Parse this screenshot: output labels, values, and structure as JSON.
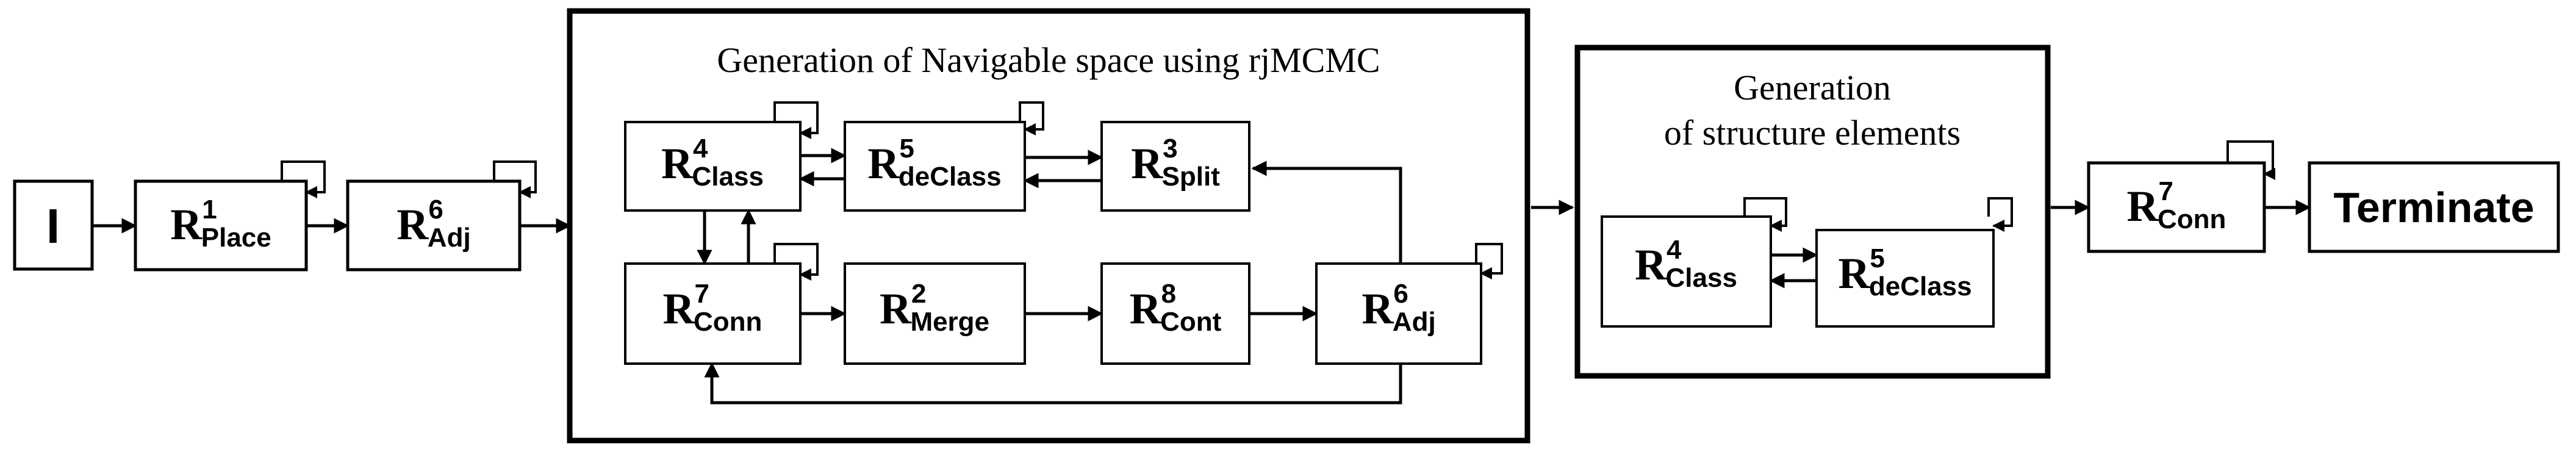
{
  "panels": {
    "navigable_title": "Generation of Navigable space using rjMCMC",
    "structure_title_line1": "Generation",
    "structure_title_line2": "of structure elements"
  },
  "nodes": {
    "input": {
      "label": "I"
    },
    "place": {
      "main": "R",
      "sup": "1",
      "sub": "Place"
    },
    "adj_pre": {
      "main": "R",
      "sup": "6",
      "sub": "Adj"
    },
    "class_nav": {
      "main": "R",
      "sup": "4",
      "sub": "Class"
    },
    "declass_nav": {
      "main": "R",
      "sup": "5",
      "sub": "deClass"
    },
    "split": {
      "main": "R",
      "sup": "3",
      "sub": "Split"
    },
    "conn_nav": {
      "main": "R",
      "sup": "7",
      "sub": "Conn"
    },
    "merge": {
      "main": "R",
      "sup": "2",
      "sub": "Merge"
    },
    "cont": {
      "main": "R",
      "sup": "8",
      "sub": "Cont"
    },
    "adj_nav": {
      "main": "R",
      "sup": "6",
      "sub": "Adj"
    },
    "class_struct": {
      "main": "R",
      "sup": "4",
      "sub": "Class"
    },
    "declass_struct": {
      "main": "R",
      "sup": "5",
      "sub": "deClass"
    },
    "conn_final": {
      "main": "R",
      "sup": "7",
      "sub": "Conn"
    },
    "terminate": {
      "label": "Terminate"
    }
  }
}
